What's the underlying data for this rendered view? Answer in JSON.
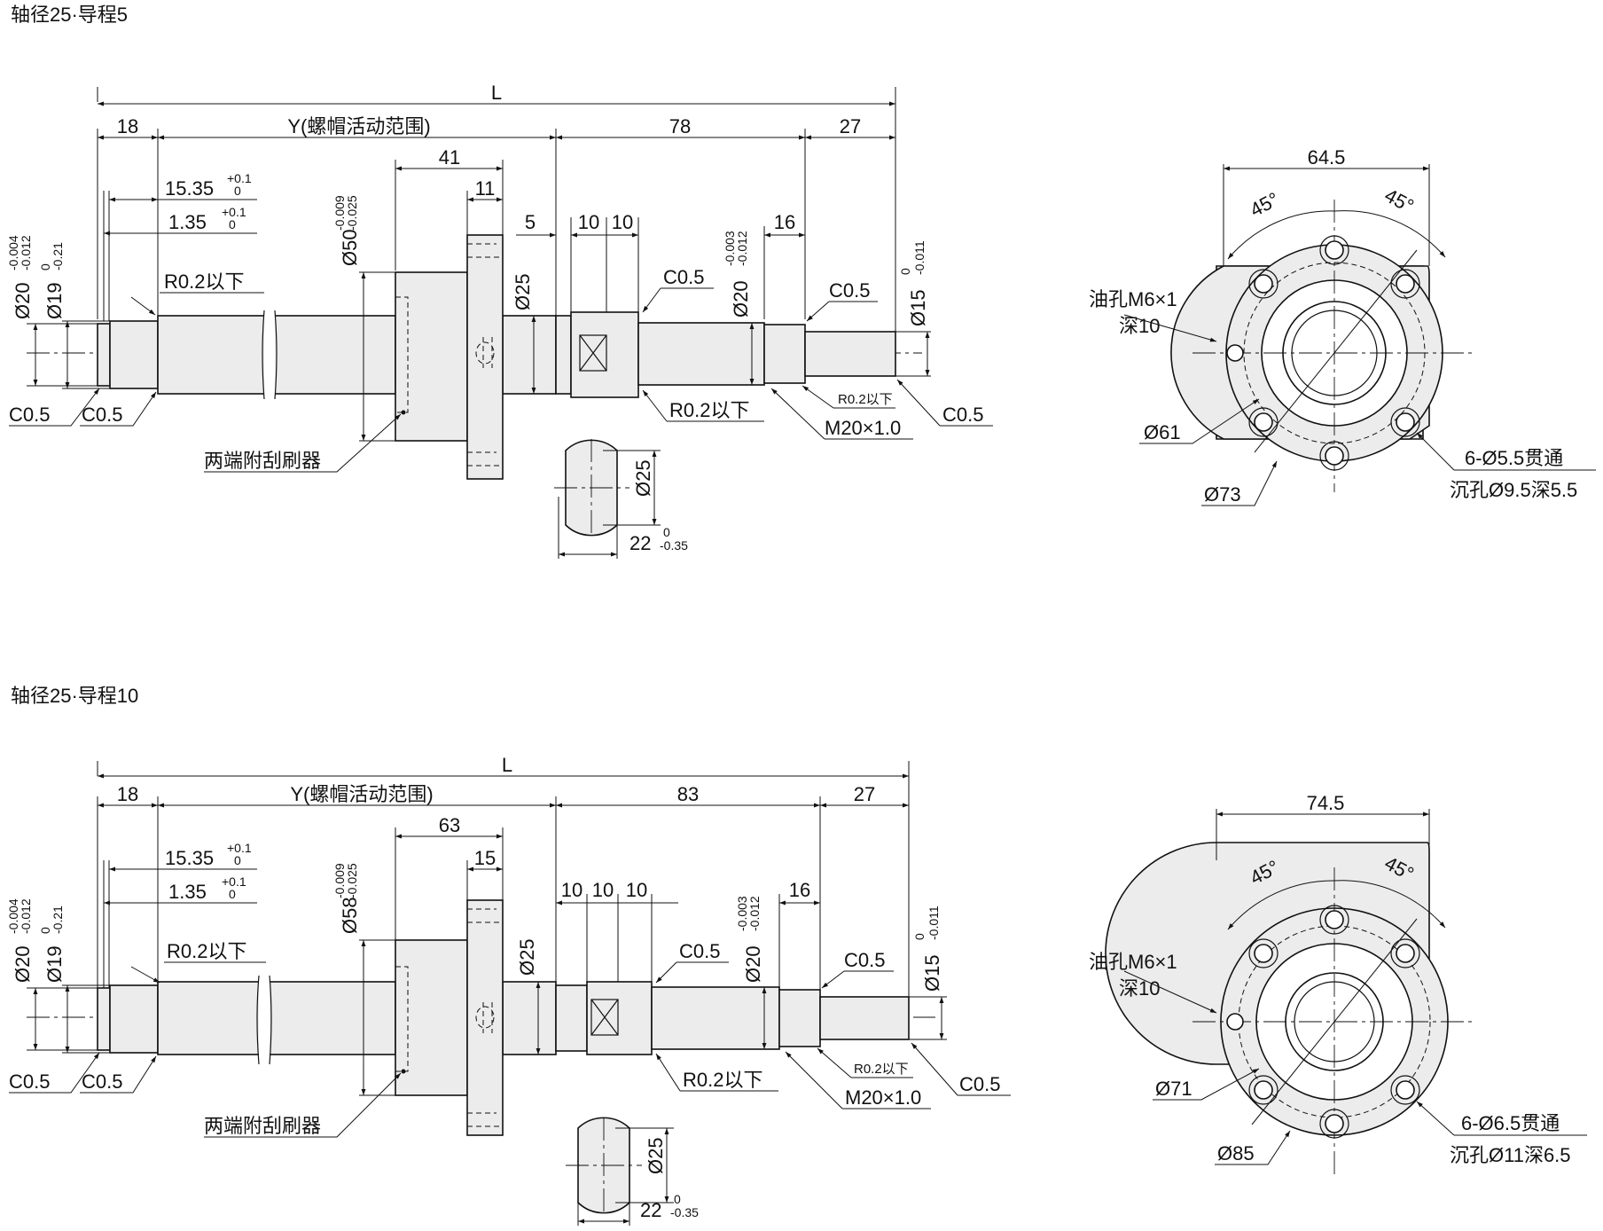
{
  "sections": [
    {
      "title": "轴径25·导程5",
      "dims": {
        "L": "L",
        "y_range": "Y(螺帽活动范围)",
        "left_end": "18",
        "right_mid": "78",
        "right_end": "27",
        "nut_length": "41",
        "flange_width": "11",
        "d5": "5",
        "d10a": "10",
        "d10b": "10",
        "d16": "16",
        "d1535": "15.35",
        "d135": "1.35",
        "tol_p01": "+0.1",
        "tol_0": "0",
        "phi20": "Ø20",
        "phi20_tol_up": "-0.004",
        "phi20_tol_low": "-0.012",
        "phi19": "Ø19",
        "phi19_tol_up": "0",
        "phi19_tol_low": "-0.21",
        "phi_nut": "Ø50",
        "phi_nut_tol_up": "-0.009",
        "phi_nut_tol_low": "-0.025",
        "phi25": "Ø25",
        "phi20b": "Ø20",
        "phi20b_tol_up": "-0.003",
        "phi20b_tol_low": "-0.012",
        "phi15": "Ø15",
        "phi15_tol_up": "0",
        "phi15_tol_low": "-0.011",
        "r02": "R0.2以下",
        "r02_small": "R0.2以下",
        "c05": "C0.5",
        "thread": "M20×1.0",
        "wiper": "两端附刮刷器",
        "section_phi": "Ø25",
        "section_22": "22",
        "section_22_tol_up": "0",
        "section_22_tol_low": "-0.35",
        "flange_width_ev": "64.5",
        "angle": "45°",
        "oil_hole": "油孔M6×1",
        "oil_depth": "深10",
        "pcd": "Ø61",
        "od": "Ø73",
        "holes": "6-Ø5.5贯通",
        "cbore": "沉孔Ø9.5深5.5"
      }
    },
    {
      "title": "轴径25·导程10",
      "dims": {
        "L": "L",
        "y_range": "Y(螺帽活动范围)",
        "left_end": "18",
        "right_mid": "83",
        "right_end": "27",
        "nut_length": "63",
        "flange_width": "15",
        "d5": "10",
        "d10a": "10",
        "d10b": "10",
        "d16": "16",
        "d1535": "15.35",
        "d135": "1.35",
        "tol_p01": "+0.1",
        "tol_0": "0",
        "phi20": "Ø20",
        "phi20_tol_up": "-0.004",
        "phi20_tol_low": "-0.012",
        "phi19": "Ø19",
        "phi19_tol_up": "0",
        "phi19_tol_low": "-0.21",
        "phi_nut": "Ø58",
        "phi_nut_tol_up": "-0.009",
        "phi_nut_tol_low": "-0.025",
        "phi25": "Ø25",
        "phi20b": "Ø20",
        "phi20b_tol_up": "-0.003",
        "phi20b_tol_low": "-0.012",
        "phi15": "Ø15",
        "phi15_tol_up": "0",
        "phi15_tol_low": "-0.011",
        "r02": "R0.2以下",
        "r02_small": "R0.2以下",
        "c05": "C0.5",
        "thread": "M20×1.0",
        "wiper": "两端附刮刷器",
        "section_phi": "Ø25",
        "section_22": "22",
        "section_22_tol_up": "0",
        "section_22_tol_low": "-0.35",
        "flange_width_ev": "74.5",
        "angle": "45°",
        "oil_hole": "油孔M6×1",
        "oil_depth": "深10",
        "pcd": "Ø71",
        "od": "Ø85",
        "holes": "6-Ø6.5贯通",
        "cbore": "沉孔Ø11深6.5"
      }
    }
  ]
}
